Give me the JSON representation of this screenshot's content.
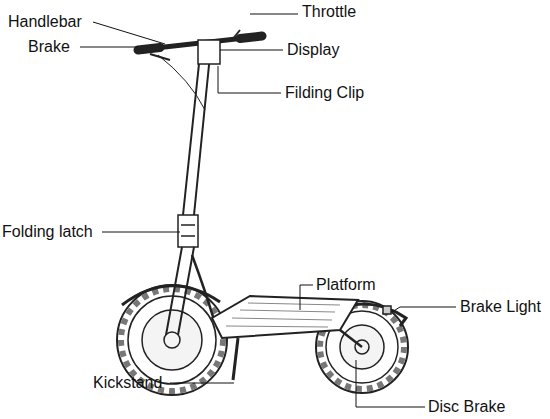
{
  "diagram": {
    "labels": [
      "Throttle",
      "Handlebar",
      "Brake",
      "Display",
      "Filding Clip",
      "Folding latch",
      "Platform",
      "Brake Light",
      "Kickstand",
      "Disc Brake"
    ]
  }
}
